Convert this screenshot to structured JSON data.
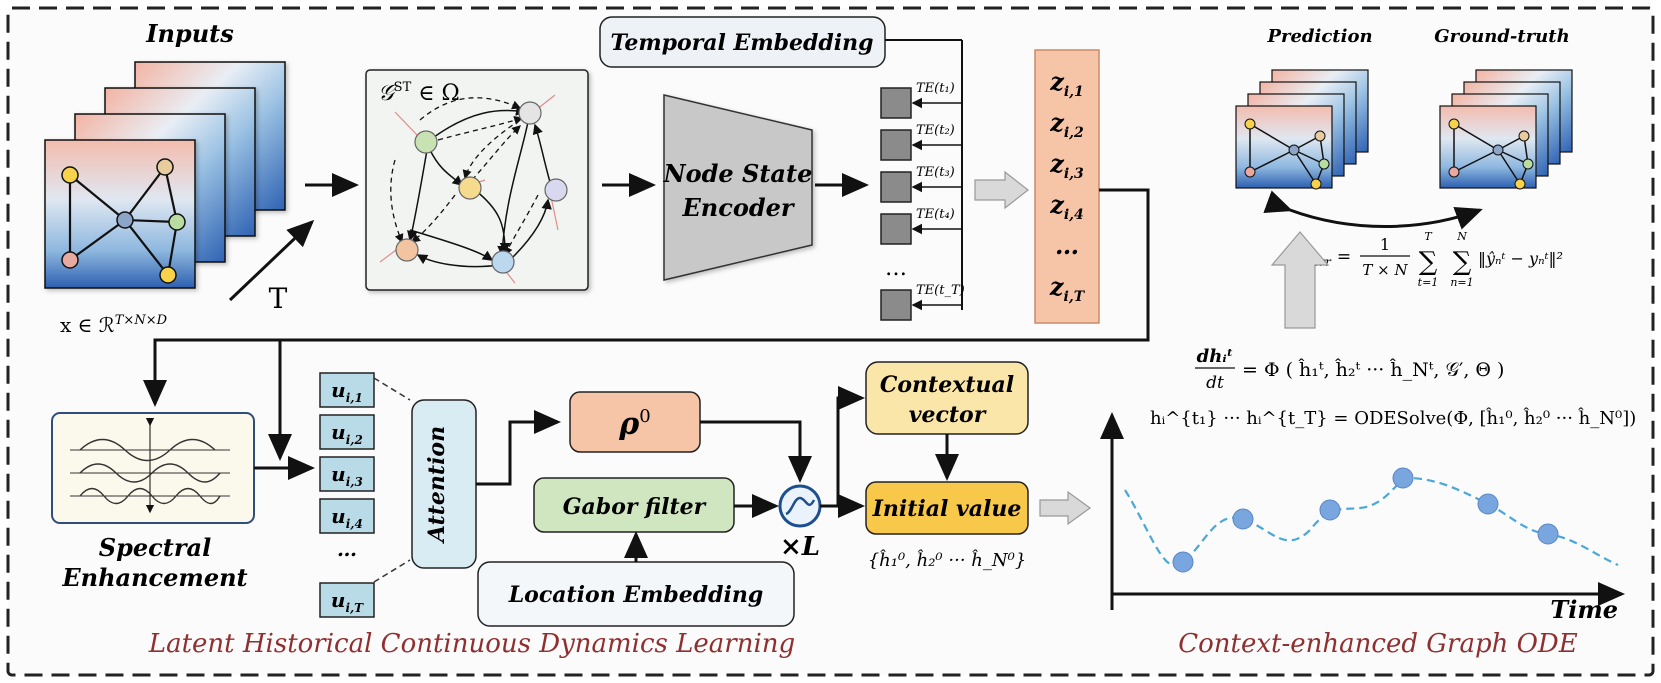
{
  "inputs": {
    "title": "Inputs",
    "shape_label": "x ∈ ℛ",
    "shape_sup": "T×N×D",
    "time_label": "T"
  },
  "graph": {
    "label_main": "𝒢",
    "label_sup": "ST",
    "label_rest": " ∈ Ω"
  },
  "temporal_embedding": {
    "label": "Temporal Embedding",
    "te_labels": [
      "TE(t₁)",
      "TE(t₂)",
      "TE(t₃)",
      "TE(t₄)",
      "TE(t_T)"
    ],
    "dots": "…"
  },
  "encoder": {
    "line1": "Node State",
    "line2": "Encoder"
  },
  "z_stack": {
    "items": [
      "z",
      "z",
      "z",
      "z",
      "…",
      "z"
    ],
    "subs": [
      "i,1",
      "i,2",
      "i,3",
      "i,4",
      "",
      "i,T"
    ]
  },
  "prediction": {
    "pred_title": "Prediction",
    "gt_title": "Ground-truth"
  },
  "loss": {
    "lhs": "ℒ",
    "lhs_sub": "err",
    "eq": "=",
    "num": "1",
    "den": "T × N",
    "sum1_top": "T",
    "sum1_bot": "t=1",
    "sum2_top": "N",
    "sum2_bot": "n=1",
    "body": "‖ŷₙᵗ − yₙᵗ‖²"
  },
  "spectral": {
    "line1": "Spectral",
    "line2": "Enhancement"
  },
  "u_stack": {
    "items": [
      "u",
      "u",
      "u",
      "u",
      "…",
      "u"
    ],
    "subs": [
      "i,1",
      "i,2",
      "i,3",
      "i,4",
      "",
      "i,T"
    ]
  },
  "attention": "Attention",
  "rho": {
    "base": "ρ",
    "sup": "0"
  },
  "gabor": "Gabor filter",
  "location_embedding": "Location Embedding",
  "times_L": "×L",
  "contextual": {
    "line1": "Contextual",
    "line2": "vector"
  },
  "initial_value": "Initial value",
  "initial_set": "{ĥ₁⁰, ĥ₂⁰ ··· ĥ_N⁰}",
  "ode": {
    "eq1_lhs_num": "dhᵢᵗ",
    "eq1_lhs_den": "dt",
    "eq1_rhs": "= Φ ( ĥ₁ᵗ, ĥ₂ᵗ ··· ĥ_Nᵗ, 𝒢′, Θ )",
    "eq2": "hᵢ^{t₁} ··· hᵢ^{t_T} = ODESolve(Φ, [ĥ₁⁰, ĥ₂⁰ ··· ĥ_N⁰])"
  },
  "plot": {
    "xlabel": "Time"
  },
  "section_left": "Latent Historical Continuous Dynamics Learning",
  "section_right": "Context-enhanced Graph ODE",
  "colors": {
    "red_title": "#8f2f2f",
    "encoder_fill": "#c8c8c8",
    "z_fill": "#f6c4a7",
    "u_fill": "#b9dbe8",
    "rho_fill": "#f6c4a7",
    "gabor_fill": "#cfe6c0",
    "ctx_fill": "#fbe6a9",
    "init_fill": "#f8c84a",
    "curve": "#4aa7d8",
    "point": "#7aa6df"
  }
}
